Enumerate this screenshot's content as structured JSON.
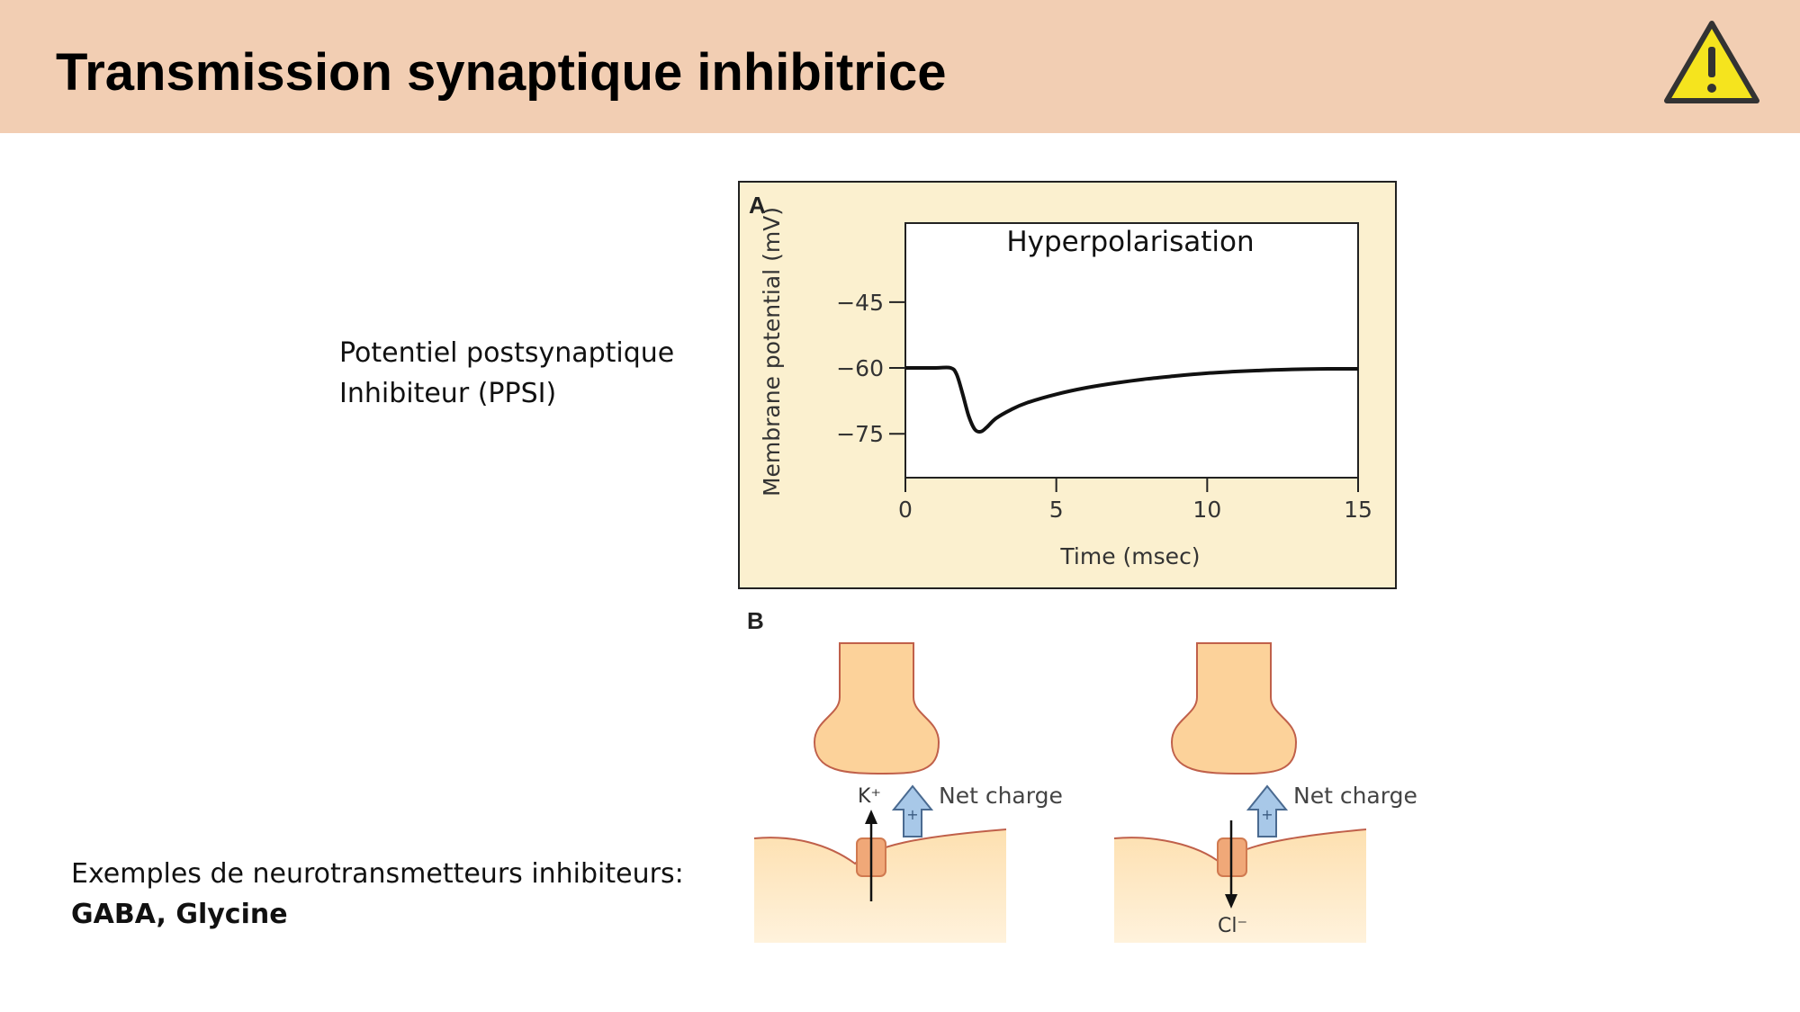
{
  "slide": {
    "title": "Transmission synaptique inhibitrice",
    "warning_icon": "warning-triangle-icon",
    "ppsi_line1": "Potentiel postsynaptique",
    "ppsi_line2": "Inhibiteur (PPSI)",
    "examples_line1": "Exemples de neurotransmetteurs inhibiteurs:",
    "examples_line2": "GABA, Glycine"
  },
  "figure": {
    "panel_a_label": "A",
    "panel_b_label": "B",
    "net_charge_label": "Net charge",
    "potassium_label": "K⁺",
    "chloride_label": "Cl⁻",
    "plus_sign": "+"
  },
  "chart_data": {
    "type": "line",
    "annotation": "Hyperpolarisation",
    "xlabel": "Time (msec)",
    "ylabel": "Membrane potential (mV)",
    "xlim": [
      0,
      15
    ],
    "ylim": [
      -85,
      -27
    ],
    "x_ticks": [
      0,
      5,
      10,
      15
    ],
    "y_ticks": [
      -45,
      -60,
      -75
    ],
    "x_tick_labels": [
      "0",
      "5",
      "10",
      "15"
    ],
    "y_tick_labels": [
      "−45",
      "−60",
      "−75"
    ],
    "series": [
      {
        "x": [
          0,
          1.0,
          1.5,
          1.7,
          1.9,
          2.1,
          2.3,
          2.5,
          2.7,
          3.0,
          3.5,
          4.0,
          5.0,
          6.0,
          7.0,
          8.0,
          9.0,
          10.0,
          11.0,
          12.0,
          13.0,
          14.0,
          15.0
        ],
        "y": [
          -60,
          -60,
          -60,
          -61.5,
          -66,
          -71,
          -74,
          -74.5,
          -73.5,
          -71.5,
          -69.5,
          -68,
          -66,
          -64.5,
          -63.4,
          -62.5,
          -61.8,
          -61.2,
          -60.8,
          -60.5,
          -60.3,
          -60.2,
          -60.2
        ]
      }
    ],
    "grid": false
  }
}
